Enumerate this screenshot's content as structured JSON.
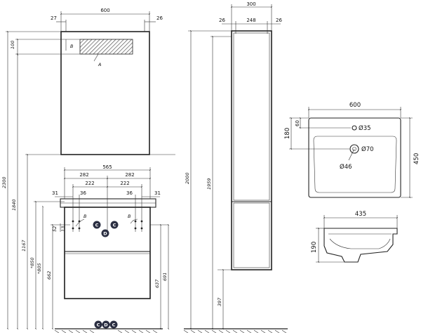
{
  "mirror": {
    "width": "600",
    "left_offset": "27",
    "right_offset": "26",
    "lamp_height": "100",
    "marker_b": "B",
    "marker_a": "A"
  },
  "vertical_dims": {
    "total": "2300",
    "mirror_bottom": "1840",
    "d1167": "1167",
    "d850": "*850",
    "d805": "*805",
    "d662": "662",
    "d637": "637",
    "d691": "691",
    "d52": "52",
    "d13": "13"
  },
  "vanity": {
    "width": "565",
    "left_282": "282",
    "right_282": "282",
    "left_222": "222",
    "right_222": "222",
    "left_36": "36",
    "right_36": "36",
    "left_31": "31",
    "right_31": "31",
    "marker_b_left": "B",
    "marker_b_right": "B",
    "badge_c_left": "C",
    "badge_c_right": "C",
    "badge_d": "D",
    "floor_badges": [
      "C",
      "D",
      "C"
    ]
  },
  "tall_cabinet": {
    "width": "300",
    "left_26": "26",
    "inner_248": "248",
    "right_26": "26",
    "height_2000": "2000",
    "height_1959": "1959",
    "base_397": "397"
  },
  "sink_top": {
    "width": "600",
    "depth": "450",
    "back_180": "180",
    "back_60": "60",
    "tap_hole": "Ø35",
    "drain": "Ø70",
    "overflow": "Ø46"
  },
  "sink_side": {
    "depth": "435",
    "height": "190"
  }
}
